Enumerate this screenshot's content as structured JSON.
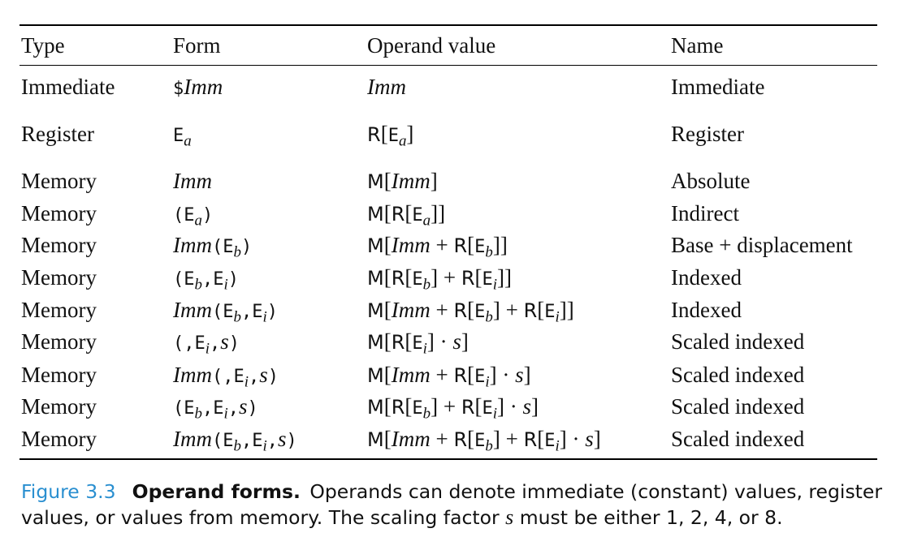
{
  "table": {
    "headers": {
      "type": "Type",
      "form": "Form",
      "value": "Operand value",
      "name": "Name"
    },
    "rows": [
      {
        "type": "Immediate",
        "name": "Immediate"
      },
      {
        "type": "Register",
        "name": "Register"
      },
      {
        "type": "Memory",
        "name": "Absolute"
      },
      {
        "type": "Memory",
        "name": "Indirect"
      },
      {
        "type": "Memory",
        "name": "Base + displacement"
      },
      {
        "type": "Memory",
        "name": "Indexed"
      },
      {
        "type": "Memory",
        "name": "Indexed"
      },
      {
        "type": "Memory",
        "name": "Scaled indexed"
      },
      {
        "type": "Memory",
        "name": "Scaled indexed"
      },
      {
        "type": "Memory",
        "name": "Scaled indexed"
      },
      {
        "type": "Memory",
        "name": "Scaled indexed"
      }
    ],
    "tokens": {
      "imm": "Imm",
      "dollar": "$",
      "E": "E",
      "a": "a",
      "b": "b",
      "i": "i",
      "s": "s",
      "R": "R",
      "M": "M"
    }
  },
  "caption": {
    "label": "Figure 3.3",
    "title": "Operand forms.",
    "text_1": "Operands can denote immediate (constant) values, register values, or values from memory. The scaling factor",
    "var": "s",
    "text_2": "must be either 1, 2, 4, or 8."
  }
}
